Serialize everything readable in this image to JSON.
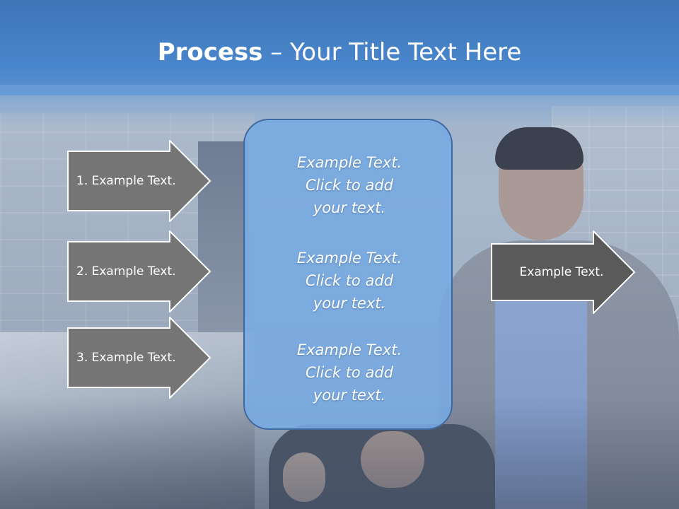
{
  "title": {
    "bold": "Process",
    "rest": " – Your Title Text Here"
  },
  "left_arrows": [
    {
      "label": "1. Example Text."
    },
    {
      "label": "2. Example Text."
    },
    {
      "label": "3. Example Text."
    }
  ],
  "center_blocks": [
    {
      "line1": "Example Text.",
      "line2": "Click  to add",
      "line3": "your text."
    },
    {
      "line1": "Example Text.",
      "line2": "Click  to add",
      "line3": "your text."
    },
    {
      "line1": "Example Text.",
      "line2": "Click  to add",
      "line3": "your text."
    }
  ],
  "right_arrow": {
    "label": "Example Text."
  },
  "colors": {
    "header": "#4a86cc",
    "arrow_fill": "#757575",
    "right_arrow_fill": "#5a5a5a",
    "center_box": "#78aae1",
    "center_border": "#3f6aa1"
  }
}
